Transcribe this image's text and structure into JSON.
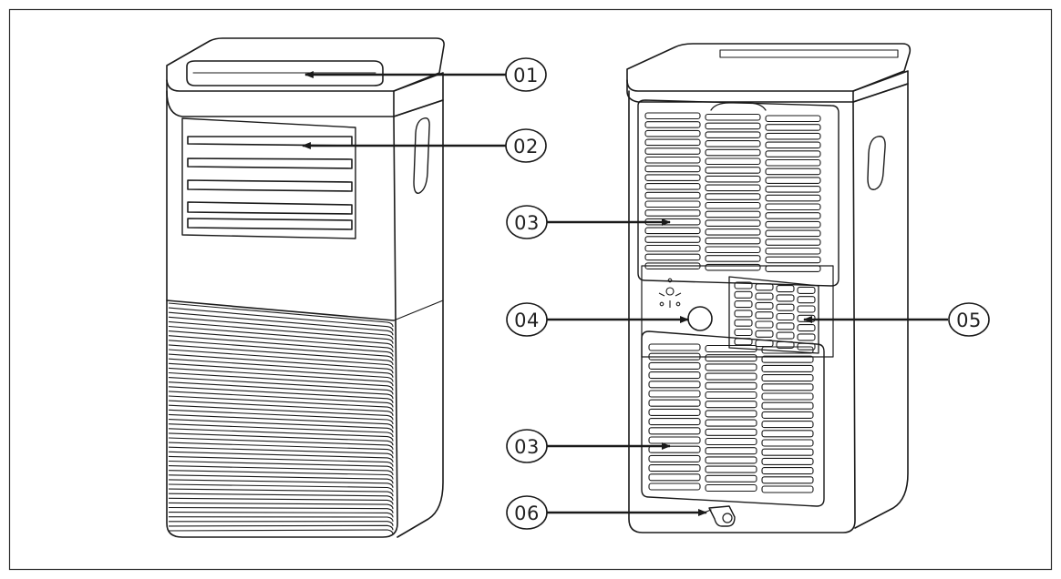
{
  "callouts": [
    {
      "id": "01",
      "label": "01"
    },
    {
      "id": "02",
      "label": "02"
    },
    {
      "id": "03a",
      "label": "03"
    },
    {
      "id": "04",
      "label": "04"
    },
    {
      "id": "05",
      "label": "05"
    },
    {
      "id": "03b",
      "label": "03"
    },
    {
      "id": "06",
      "label": "06"
    }
  ]
}
